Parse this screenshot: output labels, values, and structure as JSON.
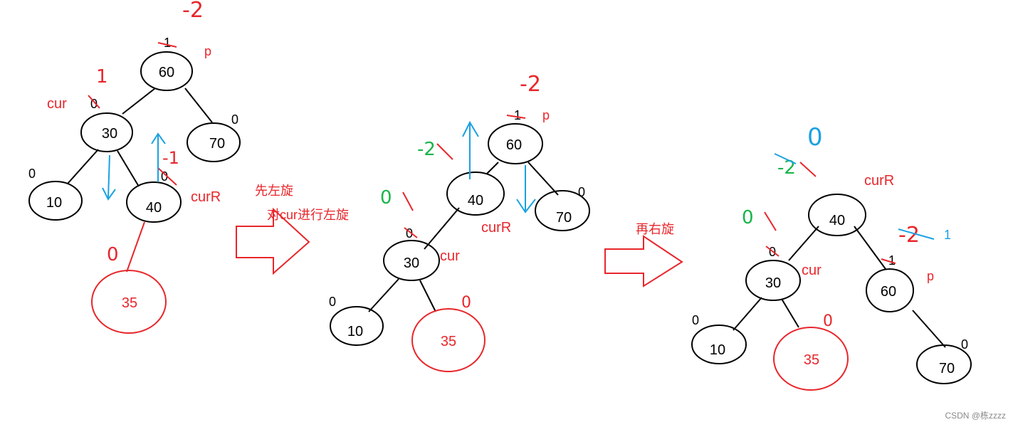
{
  "colors": {
    "black": "#000000",
    "red": "#e8262b",
    "blue": "#1ba1e2",
    "green": "#19b54a"
  },
  "panel1": {
    "nodes": {
      "n60": "60",
      "n30": "30",
      "n70": "70",
      "n10": "10",
      "n40": "40",
      "n35": "35"
    },
    "labels": {
      "bf60": "1",
      "bf60_new": "-2",
      "p": "p",
      "cur": "cur",
      "bf30": "0",
      "bf30_new": "1",
      "bf70": "0",
      "bf10": "0",
      "bf40": "0",
      "bf40_new": "-1",
      "curR": "curR",
      "bf35": "0"
    }
  },
  "arrow1": {
    "label_top": "先左旋",
    "label_bottom": "对cur进行左旋"
  },
  "panel2": {
    "nodes": {
      "n60": "60",
      "n40": "40",
      "n70": "70",
      "n30": "30",
      "n10": "10",
      "n35": "35"
    },
    "labels": {
      "bf60": "1",
      "bf60_new": "-2",
      "p": "p",
      "bf70": "0",
      "bf40_green": "-2",
      "curR": "curR",
      "bf30_green": "0",
      "bf30": "0",
      "cur": "cur",
      "bf10": "0",
      "bf35": "0"
    }
  },
  "arrow2": {
    "label": "再右旋"
  },
  "panel3": {
    "nodes": {
      "n40": "40",
      "n30": "30",
      "n60": "60",
      "n10": "10",
      "n35": "35",
      "n70": "70"
    },
    "labels": {
      "bf40_blue": "0",
      "bf40_green": "-2",
      "curR": "curR",
      "bf30_green": "0",
      "bf30": "0",
      "cur": "cur",
      "bf60_red": "-2",
      "bf60_blue": "1",
      "bf60": "1",
      "p": "p",
      "bf10": "0",
      "bf35": "0",
      "bf70": "0"
    }
  },
  "watermark": "CSDN @栋zzzz"
}
